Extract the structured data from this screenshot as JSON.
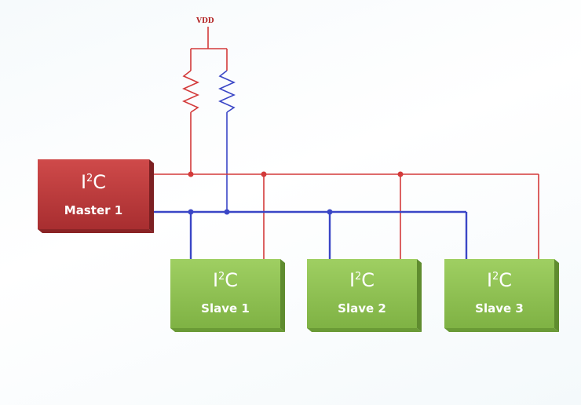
{
  "supply": {
    "label": "VDD"
  },
  "colors": {
    "sda_line": "#3a46c6",
    "scl_line": "#d33a3a",
    "master_fill": "#c0393b",
    "slave_fill": "#8fc153"
  },
  "master": {
    "bus_name": "I",
    "bus_sup": "2",
    "bus_suffix": "C",
    "label": "Master 1"
  },
  "slaves": [
    {
      "bus_name": "I",
      "bus_sup": "2",
      "bus_suffix": "C",
      "label": "Slave 1"
    },
    {
      "bus_name": "I",
      "bus_sup": "2",
      "bus_suffix": "C",
      "label": "Slave 2"
    },
    {
      "bus_name": "I",
      "bus_sup": "2",
      "bus_suffix": "C",
      "label": "Slave 3"
    }
  ],
  "icons": [
    "resistor-icon",
    "junction-dot-icon"
  ]
}
